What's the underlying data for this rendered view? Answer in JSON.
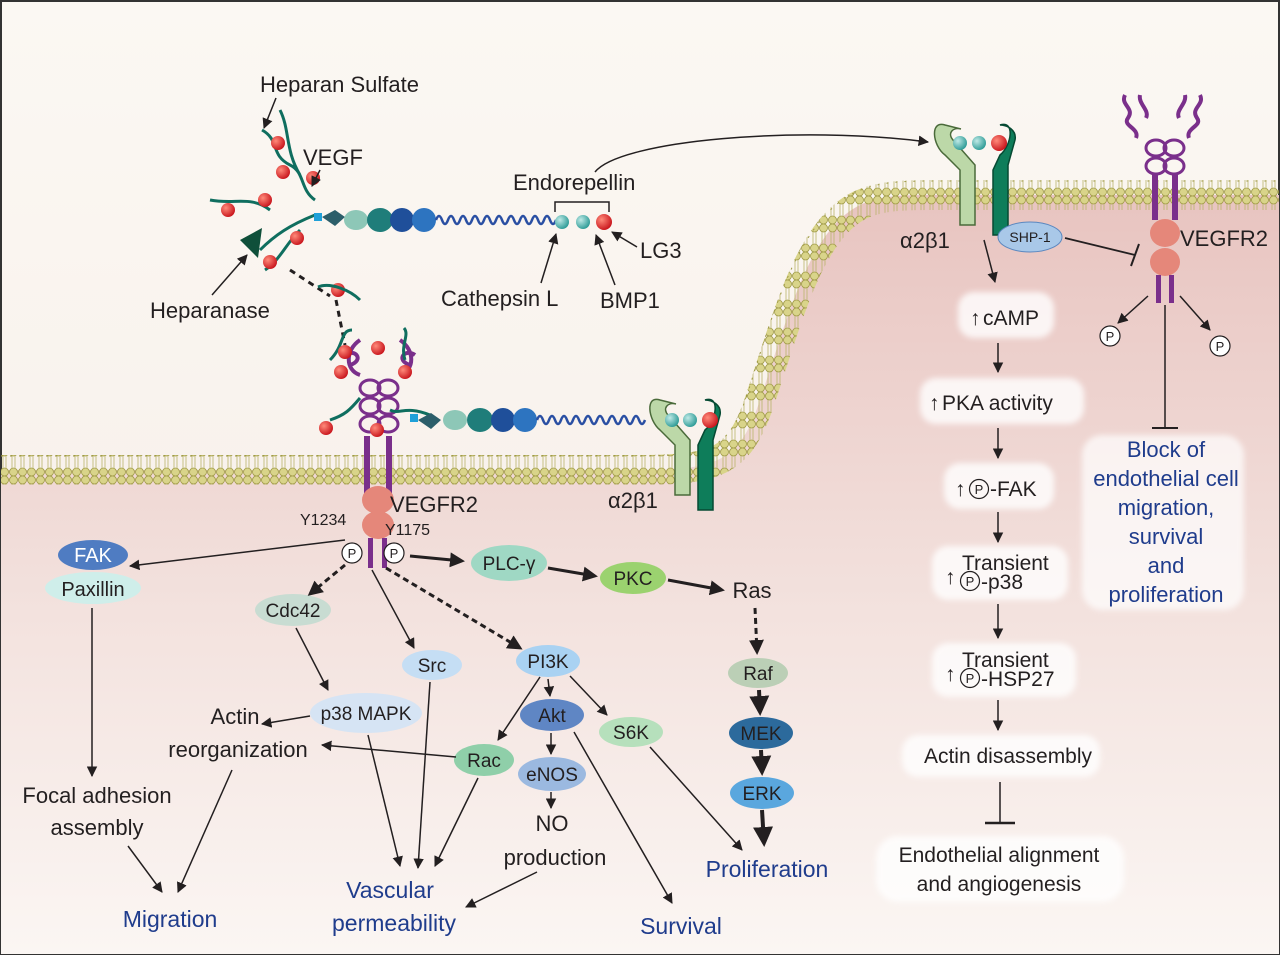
{
  "extracellular": {
    "heparan_sulfate": "Heparan Sulfate",
    "vegf": "VEGF",
    "endorepellin": "Endorepellin",
    "lg3": "LG3",
    "cathepsin_l": "Cathepsin L",
    "bmp1": "BMP1",
    "heparanase": "Heparanase"
  },
  "receptors": {
    "vegfr2_left": "VEGFR2",
    "y1234": "Y1234",
    "y1175": "Y1175",
    "a2b1_left": "α2β1",
    "a2b1_right": "α2β1",
    "shp1": "SHP-1",
    "vegfr2_right": "VEGFR2",
    "p": "P"
  },
  "left_nodes": {
    "fak": "FAK",
    "paxillin": "Paxillin",
    "cdc42": "Cdc42",
    "src": "Src",
    "p38mapk": "p38 MAPK",
    "actin_line1": "Actin",
    "actin_line2": "reorganization",
    "focal_line1": "Focal adhesion",
    "focal_line2": "assembly",
    "plcg": "PLC-γ",
    "pkc": "PKC",
    "ras": "Ras",
    "raf": "Raf",
    "mek": "MEK",
    "erk": "ERK",
    "pi3k": "PI3K",
    "akt": "Akt",
    "s6k": "S6K",
    "rac": "Rac",
    "enos": "eNOS",
    "no_line1": "NO",
    "no_line2": "production"
  },
  "outcomes": {
    "migration": "Migration",
    "vascular_line1": "Vascular",
    "vascular_line2": "permeability",
    "survival": "Survival",
    "proliferation": "Proliferation"
  },
  "right_pathway": {
    "camp": "cAMP",
    "pka": "PKA activity",
    "fak": "-FAK",
    "transient1": "Transient",
    "p38": "-p38",
    "transient2": "Transient",
    "hsp27": "-HSP27",
    "actin_disassembly": "Actin disassembly",
    "endo_line1": "Endothelial alignment",
    "endo_line2": "and angiogenesis",
    "block_line1": "Block of",
    "block_line2": "endothelial cell",
    "block_line3": "migration,",
    "block_line4": "survival",
    "block_line5": "and",
    "block_line6": "proliferation"
  }
}
